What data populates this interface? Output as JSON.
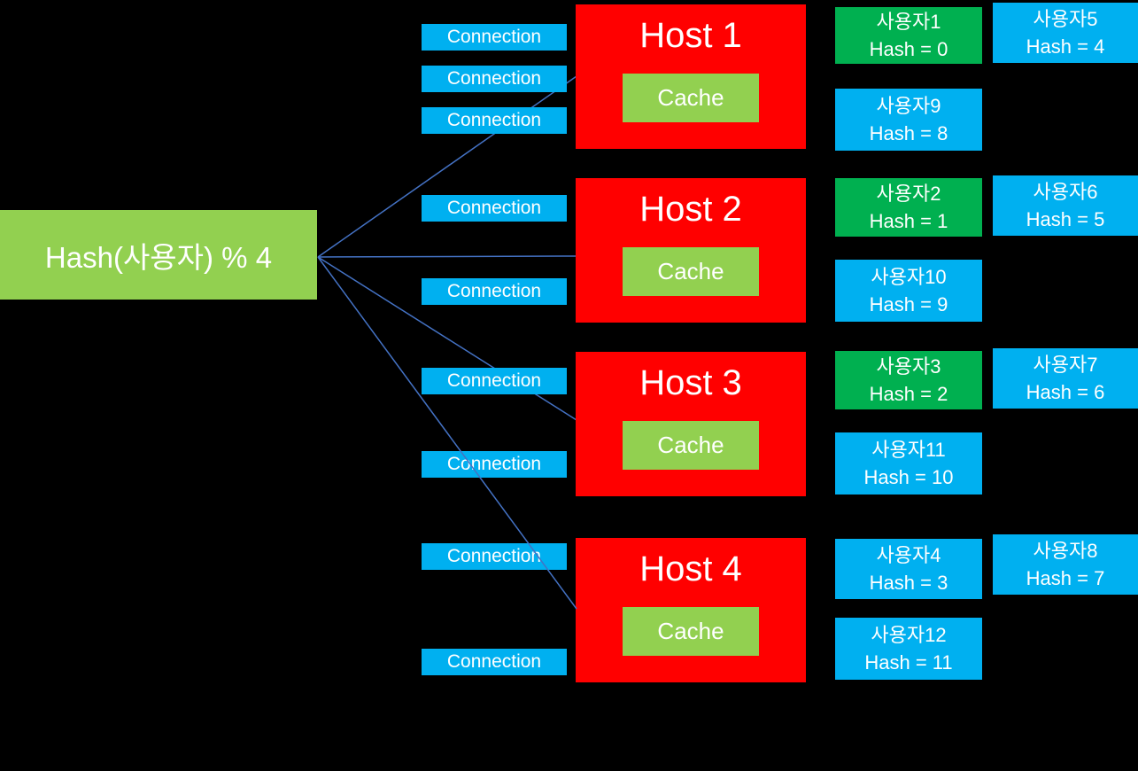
{
  "hash_box": {
    "label": "Hash(사용자) % 4"
  },
  "labels": {
    "connection": "Connection",
    "cache": "Cache"
  },
  "hosts": [
    {
      "name": "Host 1",
      "connections": 3,
      "users": [
        {
          "name": "사용자1",
          "hash": "Hash = 0",
          "variant": "green"
        },
        {
          "name": "사용자5",
          "hash": "Hash = 4",
          "variant": "blue"
        },
        {
          "name": "사용자9",
          "hash": "Hash = 8",
          "variant": "blue"
        }
      ]
    },
    {
      "name": "Host 2",
      "connections": 2,
      "users": [
        {
          "name": "사용자2",
          "hash": "Hash = 1",
          "variant": "green"
        },
        {
          "name": "사용자6",
          "hash": "Hash = 5",
          "variant": "blue"
        },
        {
          "name": "사용자10",
          "hash": "Hash = 9",
          "variant": "blue"
        }
      ]
    },
    {
      "name": "Host 3",
      "connections": 2,
      "users": [
        {
          "name": "사용자3",
          "hash": "Hash = 2",
          "variant": "green"
        },
        {
          "name": "사용자7",
          "hash": "Hash = 6",
          "variant": "blue"
        },
        {
          "name": "사용자11",
          "hash": "Hash = 10",
          "variant": "blue"
        }
      ]
    },
    {
      "name": "Host 4",
      "connections": 2,
      "users": [
        {
          "name": "사용자4",
          "hash": "Hash = 3",
          "variant": "blue"
        },
        {
          "name": "사용자8",
          "hash": "Hash = 7",
          "variant": "blue"
        },
        {
          "name": "사용자12",
          "hash": "Hash = 11",
          "variant": "blue"
        }
      ]
    }
  ],
  "colors": {
    "background": "#000000",
    "green_light": "#92D050",
    "green_dark": "#00B050",
    "blue": "#00B0F0",
    "red": "#FF0000",
    "line": "#4472C4",
    "text": "#FFFFFF"
  }
}
